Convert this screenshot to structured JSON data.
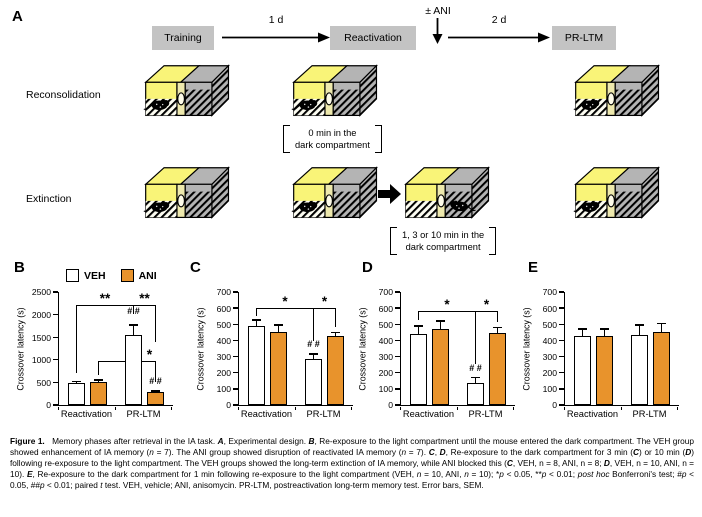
{
  "colors": {
    "accent_orange": "#e8932c",
    "timeline_box_gray": "#c3c3c3",
    "cage_light_yellow": "#f9f478",
    "cage_gray": "#b4b4b4",
    "cage_floor_light": "#fdfdf2",
    "divider": "#eee9ad",
    "door_white": "#fdfbe8"
  },
  "panel_a": {
    "label": "A",
    "timeline_steps": [
      "Training",
      "Reactivation",
      "PR-LTM"
    ],
    "interval_1": "1 d",
    "interval_2": "2 d",
    "ani_label": "± ANI",
    "row_reconsolidation": {
      "label": "Reconsolidation",
      "annotation_line1": "0 min in the",
      "annotation_line2": "dark compartment"
    },
    "row_extinction": {
      "label": "Extinction",
      "annotation_line1": "1, 3 or 10 min in the",
      "annotation_line2": "dark compartment"
    }
  },
  "chart_data": [
    {
      "panel": "B",
      "type": "bar",
      "layout": {
        "left": 10,
        "plot_left": 48
      },
      "ylabel": "Crossover latency (s)",
      "ylim": [
        0,
        2500
      ],
      "yticks": [
        0,
        500,
        1000,
        1500,
        2000,
        2500
      ],
      "categories": [
        "Reactivation",
        "PR-LTM"
      ],
      "legend": true,
      "grid": false,
      "series": [
        {
          "name": "VEH",
          "color": "#ffffff",
          "values": [
            480,
            1540
          ],
          "errors": [
            60,
            250
          ]
        },
        {
          "name": "ANI",
          "color": "#e8932c",
          "values": [
            500,
            280
          ],
          "errors": [
            70,
            50
          ]
        }
      ],
      "annotations": [
        {
          "cat": 1,
          "series": 0,
          "y": 1960,
          "text": "# #"
        },
        {
          "cat": 1,
          "series": 1,
          "y": 1020,
          "text": "*",
          "big": true,
          "dx": -6
        },
        {
          "cat": 1,
          "series": 1,
          "y": 420,
          "text": "# #"
        }
      ],
      "brackets": [
        {
          "f": [
            0,
            0
          ],
          "t": [
            1,
            0
          ],
          "y": 2180,
          "dl": 1500,
          "dr": 180,
          "label": "**"
        },
        {
          "f": [
            1,
            0
          ],
          "t": [
            1,
            1
          ],
          "y": 2180,
          "dl": 180,
          "dr": 800,
          "label": "**"
        },
        {
          "f": [
            0,
            1
          ],
          "t": [
            1,
            1
          ],
          "y": 960,
          "dl": 310,
          "dr": 480,
          "label": "",
          "behind": true
        }
      ]
    },
    {
      "panel": "C",
      "type": "bar",
      "layout": {
        "left": 186,
        "plot_left": 52
      },
      "ylabel": "Crossover latency (s)",
      "ylim": [
        0,
        700
      ],
      "yticks": [
        0,
        100,
        200,
        300,
        400,
        500,
        600,
        700
      ],
      "categories": [
        "Reactivation",
        "PR-LTM"
      ],
      "legend": false,
      "grid": false,
      "series": [
        {
          "name": "VEH",
          "color": "#ffffff",
          "values": [
            490,
            285
          ],
          "errors": [
            40,
            35
          ]
        },
        {
          "name": "ANI",
          "color": "#e8932c",
          "values": [
            455,
            425
          ],
          "errors": [
            45,
            30
          ]
        }
      ],
      "annotations": [
        {
          "cat": 1,
          "series": 0,
          "y": 345,
          "text": "# #"
        }
      ],
      "brackets": [
        {
          "f": [
            0,
            0
          ],
          "t": [
            1,
            0
          ],
          "y": 592,
          "dl": 45,
          "dr": 200,
          "label": "*"
        },
        {
          "f": [
            1,
            0
          ],
          "t": [
            1,
            1
          ],
          "y": 592,
          "dl": 200,
          "dr": 115,
          "label": "*"
        }
      ]
    },
    {
      "panel": "D",
      "type": "bar",
      "layout": {
        "left": 358,
        "plot_left": 42
      },
      "ylabel": "Crossover latency (s)",
      "ylim": [
        0,
        700
      ],
      "yticks": [
        0,
        100,
        200,
        300,
        400,
        500,
        600,
        700
      ],
      "categories": [
        "Reactivation",
        "PR-LTM"
      ],
      "legend": false,
      "grid": false,
      "series": [
        {
          "name": "VEH",
          "color": "#ffffff",
          "values": [
            440,
            135
          ],
          "errors": [
            55,
            40
          ]
        },
        {
          "name": "ANI",
          "color": "#e8932c",
          "values": [
            470,
            445
          ],
          "errors": [
            55,
            40
          ]
        }
      ],
      "annotations": [
        {
          "cat": 1,
          "series": 0,
          "y": 200,
          "text": "# #"
        }
      ],
      "brackets": [
        {
          "f": [
            0,
            0
          ],
          "t": [
            1,
            0
          ],
          "y": 578,
          "dl": 55,
          "dr": 330,
          "label": "*"
        },
        {
          "f": [
            1,
            0
          ],
          "t": [
            1,
            1
          ],
          "y": 578,
          "dl": 330,
          "dr": 70,
          "label": "*"
        }
      ]
    },
    {
      "panel": "E",
      "type": "bar",
      "layout": {
        "left": 524,
        "plot_left": 40
      },
      "ylabel": "Crossover latency (s)",
      "ylim": [
        0,
        700
      ],
      "yticks": [
        0,
        100,
        200,
        300,
        400,
        500,
        600,
        700
      ],
      "categories": [
        "Reactivation",
        "PR-LTM"
      ],
      "legend": false,
      "grid": false,
      "series": [
        {
          "name": "VEH",
          "color": "#ffffff",
          "values": [
            430,
            435
          ],
          "errors": [
            45,
            65
          ]
        },
        {
          "name": "ANI",
          "color": "#e8932c",
          "values": [
            430,
            450
          ],
          "errors": [
            45,
            60
          ]
        }
      ],
      "annotations": [],
      "brackets": []
    }
  ],
  "caption": {
    "segments": [
      {
        "t": "Figure 1.",
        "b": true
      },
      {
        "t": "   Memory phases after retrieval in the IA task. "
      },
      {
        "t": "A",
        "bi": true
      },
      {
        "t": ", Experimental design. "
      },
      {
        "t": "B",
        "bi": true
      },
      {
        "t": ", Re-exposure to the light compartment until the mouse entered the dark compartment. The VEH group showed enhancement of IA memory ("
      },
      {
        "t": "n",
        "i": true
      },
      {
        "t": " = 7). The ANI group showed disruption of reactivated IA memory ("
      },
      {
        "t": "n",
        "i": true
      },
      {
        "t": " = 7). "
      },
      {
        "t": "C",
        "bi": true
      },
      {
        "t": ", "
      },
      {
        "t": "D",
        "bi": true
      },
      {
        "t": ", Re-exposure to the dark compartment for 3 min ("
      },
      {
        "t": "C",
        "bi": true
      },
      {
        "t": ") or 10 min ("
      },
      {
        "t": "D",
        "bi": true
      },
      {
        "t": ") following re-exposure to the light compartment. The VEH groups showed the long-term extinction of IA memory, while ANI blocked this ("
      },
      {
        "t": "C",
        "bi": true
      },
      {
        "t": ", VEH, n = 8, ANI, n = 8; "
      },
      {
        "t": "D",
        "bi": true
      },
      {
        "t": ", VEH, n = 10, ANI, n = 10). "
      },
      {
        "t": "E",
        "bi": true
      },
      {
        "t": ", Re-exposure to the dark compartment for 1 min following re-exposure to the light compartment (VEH, "
      },
      {
        "t": "n",
        "i": true
      },
      {
        "t": " = 10, ANI, "
      },
      {
        "t": "n",
        "i": true
      },
      {
        "t": " = 10); *"
      },
      {
        "t": "p",
        "i": true
      },
      {
        "t": " < 0.05, **"
      },
      {
        "t": "p",
        "i": true
      },
      {
        "t": " < 0.01; "
      },
      {
        "t": "post hoc",
        "i": true
      },
      {
        "t": " Bonferroni's test; #"
      },
      {
        "t": "p",
        "i": true
      },
      {
        "t": " < 0.05, ##"
      },
      {
        "t": "p",
        "i": true
      },
      {
        "t": " < 0.01; paired "
      },
      {
        "t": "t",
        "i": true
      },
      {
        "t": " test. VEH, vehicle; ANI, anisomycin. PR-LTM, postreactivation long-term memory test. Error bars, SEM."
      }
    ]
  }
}
